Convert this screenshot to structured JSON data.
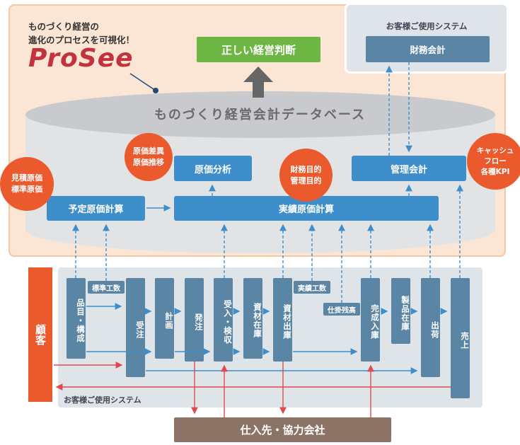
{
  "brand": {
    "tagline_line1": "ものづくり経営の",
    "tagline_line2": "進化のプロセスを可視化！",
    "logo": "ProSee"
  },
  "top_result": "正しい経営判断",
  "database_label": "ものづくり経営会計データベース",
  "customer_system_top": {
    "title": "お客様ご使用システム",
    "item": "財務会計"
  },
  "analysis_boxes": {
    "genka_bunseki": "原価分析",
    "kanri_kaikei": "管理会計",
    "yotei_genka": "予定原価計算",
    "jisseki_genka": "実績原価計算"
  },
  "circles": {
    "genka_sai": "原価差異\n原価推移",
    "zaimu_mokuteki": "財務目的\n管理目的",
    "mitsumori": "見積原価\n標準原価",
    "cashflow": "キャッシュ\nフロー\n各種KPI"
  },
  "process_steps": [
    "品目・構成",
    "受注",
    "計画",
    "発注",
    "受入・検収",
    "資材在庫",
    "資材出庫",
    "完成入庫",
    "製品在庫",
    "出荷",
    "売上"
  ],
  "tags": {
    "hyojun_kosu": "標準工数",
    "jisseki_kosu": "実績工数",
    "shikakari": "仕掛残高"
  },
  "customer_label": "顧客",
  "customer_system_bottom": "お客様ご使用システム",
  "supplier": "仕入先・協力会社",
  "colors": {
    "orange_bg": "#fbe6d5",
    "orange_border": "#f3c9a5",
    "gray_bg": "#dfe4e9",
    "blue": "#3d8ecb",
    "steel": "#5b85a4",
    "green": "#6db643",
    "red": "#ea5a2c",
    "brown": "#8b7466",
    "logo_red": "#c3333e"
  }
}
